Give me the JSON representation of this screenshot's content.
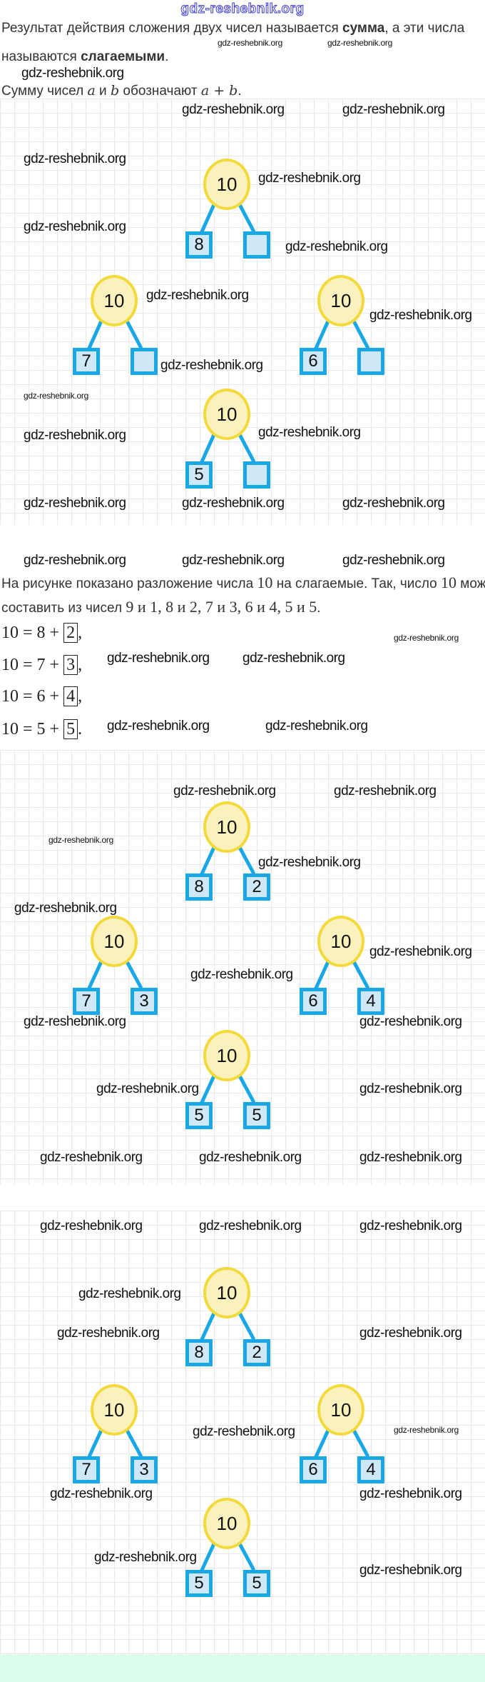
{
  "header": {
    "watermark": "gdz-reshebnik.org"
  },
  "intro": {
    "l1_a": "Результат действия сложения двух чисел называется ",
    "l1_b": "сумма",
    "l1_c": ", а эти числа",
    "l2_a": "называются ",
    "l2_b": "слагаемыми",
    "l2_c": ".",
    "l3_a": "Сумму чисел ",
    "a": "a",
    "l3_b": " и ",
    "b": "b",
    "l3_c": " обозначают ",
    "expr": "a + b",
    "l3_d": "."
  },
  "figure1": {
    "trees": [
      {
        "whole": "10",
        "left": "8",
        "right": ""
      },
      {
        "whole": "10",
        "left": "7",
        "right": ""
      },
      {
        "whole": "10",
        "left": "6",
        "right": ""
      },
      {
        "whole": "10",
        "left": "5",
        "right": ""
      }
    ]
  },
  "explanation": {
    "l1_a": "На рисунке показано разложение числа ",
    "n10": "10",
    "l1_b": " на слагаемые. Так, число ",
    "l1_c": " можно",
    "l2_a": "составить из чисел ",
    "pairs_text": "9 и 1, 8 и 2, 7 и 3, 6 и 4, 5 и 5",
    "l2_end": "."
  },
  "equations": [
    {
      "lhs": "10 = 8 + ",
      "answer": "2",
      "end": ","
    },
    {
      "lhs": "10 = 7 + ",
      "answer": "3",
      "end": ","
    },
    {
      "lhs": "10 = 6 + ",
      "answer": "4",
      "end": ","
    },
    {
      "lhs": "10 = 5 + ",
      "answer": "5",
      "end": "."
    }
  ],
  "figure2": {
    "trees": [
      {
        "whole": "10",
        "left": "8",
        "right": "2"
      },
      {
        "whole": "10",
        "left": "7",
        "right": "3"
      },
      {
        "whole": "10",
        "left": "6",
        "right": "4"
      },
      {
        "whole": "10",
        "left": "5",
        "right": "5"
      }
    ]
  },
  "figure3": {
    "trees": [
      {
        "whole": "10",
        "left": "8",
        "right": "2"
      },
      {
        "whole": "10",
        "left": "7",
        "right": "3"
      },
      {
        "whole": "10",
        "left": "6",
        "right": "4"
      },
      {
        "whole": "10",
        "left": "5",
        "right": "5"
      }
    ]
  },
  "watermark_text": "gdz-reshebnik.org",
  "colors": {
    "box_border": "#19a7e6",
    "box_fill": "#cfe8f7",
    "circle_border": "#f3d93a",
    "circle_fill": "#fbf1bd",
    "footer": "#dcfcec"
  }
}
